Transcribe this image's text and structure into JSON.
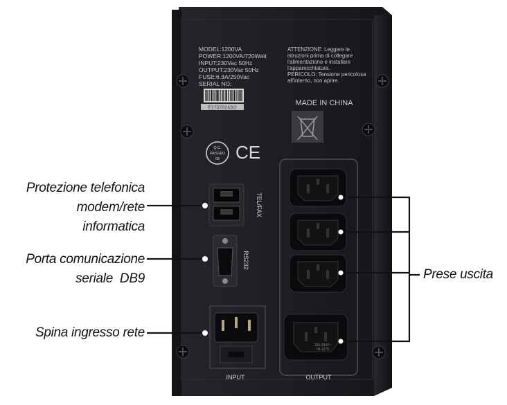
{
  "device": {
    "label_lines": [
      "MODEL:1200VA",
      "POWER:1200VA/720Watt",
      "INPUT:230Vac 50Hz",
      "OUTPUT:230Vac 50Hz",
      "FUSE:6.3A/250Vac",
      "SERIAL NO:"
    ],
    "serial_number": "E17070243I2",
    "warning_lines": [
      "ATTENZIONE: Leggere le",
      "istruzioni prima di collegare",
      "l'alimentazione e installare",
      "l'apparecchiatura.",
      "PERICOLO: Tensione pericolosa",
      "all'interno, non aprire."
    ],
    "made_in": "MADE IN CHINA",
    "qc_lines": [
      "Q.C.",
      "PASSED",
      "08"
    ],
    "ce_mark": "CE",
    "tel_fax": "TEL/FAX",
    "rs232": "RS232",
    "input": "INPUT",
    "output": "OUTPUT",
    "outlet_rating_lines": [
      "10A 250V~",
      "IN-1270"
    ]
  },
  "callouts": {
    "telefonica": [
      "Protezione telefonica",
      "modem/rete",
      "informatica"
    ],
    "seriale": [
      "Porta comunicazione",
      "seriale  DB9"
    ],
    "spina": "Spina ingresso rete",
    "prese": "Prese uscita"
  },
  "colors": {
    "panel": "#1c1d21",
    "panel_edge": "#2c2d33",
    "socket": "#0a0a0c",
    "label_bg": "#c9c9c9",
    "leader": "#111111"
  }
}
